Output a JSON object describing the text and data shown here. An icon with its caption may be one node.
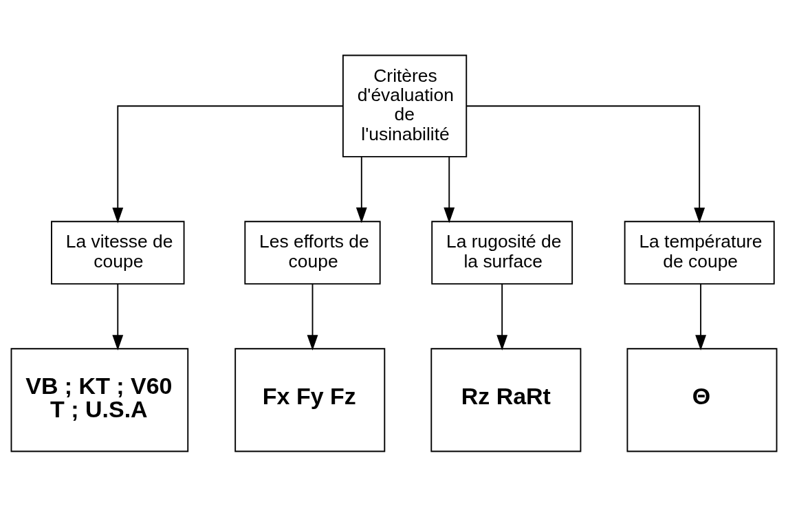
{
  "diagram": {
    "nodes": [
      {
        "text": [
          "Critères d'évaluation de l'usinabilité"
        ]
      },
      {
        "text": [
          "La vitesse de coupe"
        ]
      },
      {
        "text": [
          "Les efforts de coupe"
        ]
      },
      {
        "text": [
          "La rugosité de la surface"
        ]
      },
      {
        "text": [
          "La température de coupe"
        ]
      },
      {
        "text": [
          "VB ; KT ; V60",
          "T ; U.S.A"
        ]
      },
      {
        "text": [
          "Fx Fy Fz"
        ]
      },
      {
        "text": [
          "Rz RaRt"
        ]
      },
      {
        "text": [
          "Θ"
        ]
      }
    ],
    "edges": [
      {
        "from": 0,
        "to": 1,
        "arrow": "to"
      },
      {
        "from": 0,
        "to": 2,
        "arrow": "to"
      },
      {
        "from": 0,
        "to": 3,
        "arrow": "to"
      },
      {
        "from": 0,
        "to": 4,
        "arrow": "to"
      },
      {
        "from": 1,
        "to": 5,
        "arrow": "to"
      },
      {
        "from": 2,
        "to": 6,
        "arrow": "to"
      },
      {
        "from": 3,
        "to": 7,
        "arrow": "to"
      },
      {
        "from": 4,
        "to": 8,
        "arrow": "to"
      }
    ]
  }
}
